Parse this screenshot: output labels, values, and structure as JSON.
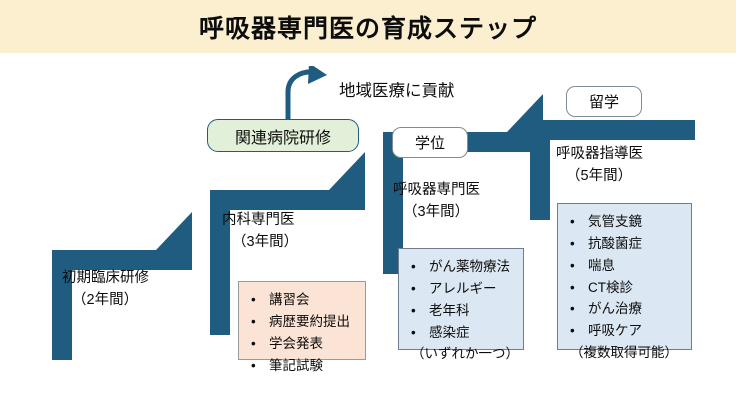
{
  "banner": {
    "title": "呼吸器専門医の育成ステップ",
    "bg_color": "#fcefd0",
    "text_color": "#0d0d0d"
  },
  "colors": {
    "step_teal": "#1f5c80",
    "peach_box": "#fbe3d5",
    "blue_box": "#dbe7f3",
    "green_badge": "#e2f0d9",
    "page_bg": "#ffffff"
  },
  "annotations": {
    "contribution_text": "地域医療に貢献",
    "arrow_icon": "curved-arrow-icon"
  },
  "badges": [
    {
      "id": "affiliated-hospital",
      "label": "関連病院研修",
      "style": "green"
    },
    {
      "id": "degree",
      "label": "学位",
      "style": "white"
    },
    {
      "id": "study-abroad",
      "label": "留学",
      "style": "white"
    }
  ],
  "steps": [
    {
      "id": "step-1",
      "title": "初期臨床研修",
      "duration": "（2年間）",
      "detail": null
    },
    {
      "id": "step-2",
      "title": "内科専門医",
      "duration": "（3年間）",
      "detail": {
        "style": "peach",
        "bullet": "•",
        "items": [
          "講習会",
          "病歴要約提出",
          "学会発表",
          "筆記試験"
        ],
        "note": null
      }
    },
    {
      "id": "step-3",
      "title": "呼吸器専門医",
      "duration": "（3年間）",
      "detail": {
        "style": "blue",
        "bullet": "•",
        "items": [
          "がん薬物療法",
          "アレルギー",
          "老年科",
          "感染症"
        ],
        "note": "（いずれか一つ）"
      }
    },
    {
      "id": "step-4",
      "title": "呼吸器指導医",
      "duration": "（5年間）",
      "detail": {
        "style": "blue",
        "bullet": "•",
        "items": [
          "気管支鏡",
          "抗酸菌症",
          "喘息",
          "CT検診",
          "がん治療",
          "呼吸ケア"
        ],
        "note": "（複数取得可能）"
      }
    }
  ]
}
